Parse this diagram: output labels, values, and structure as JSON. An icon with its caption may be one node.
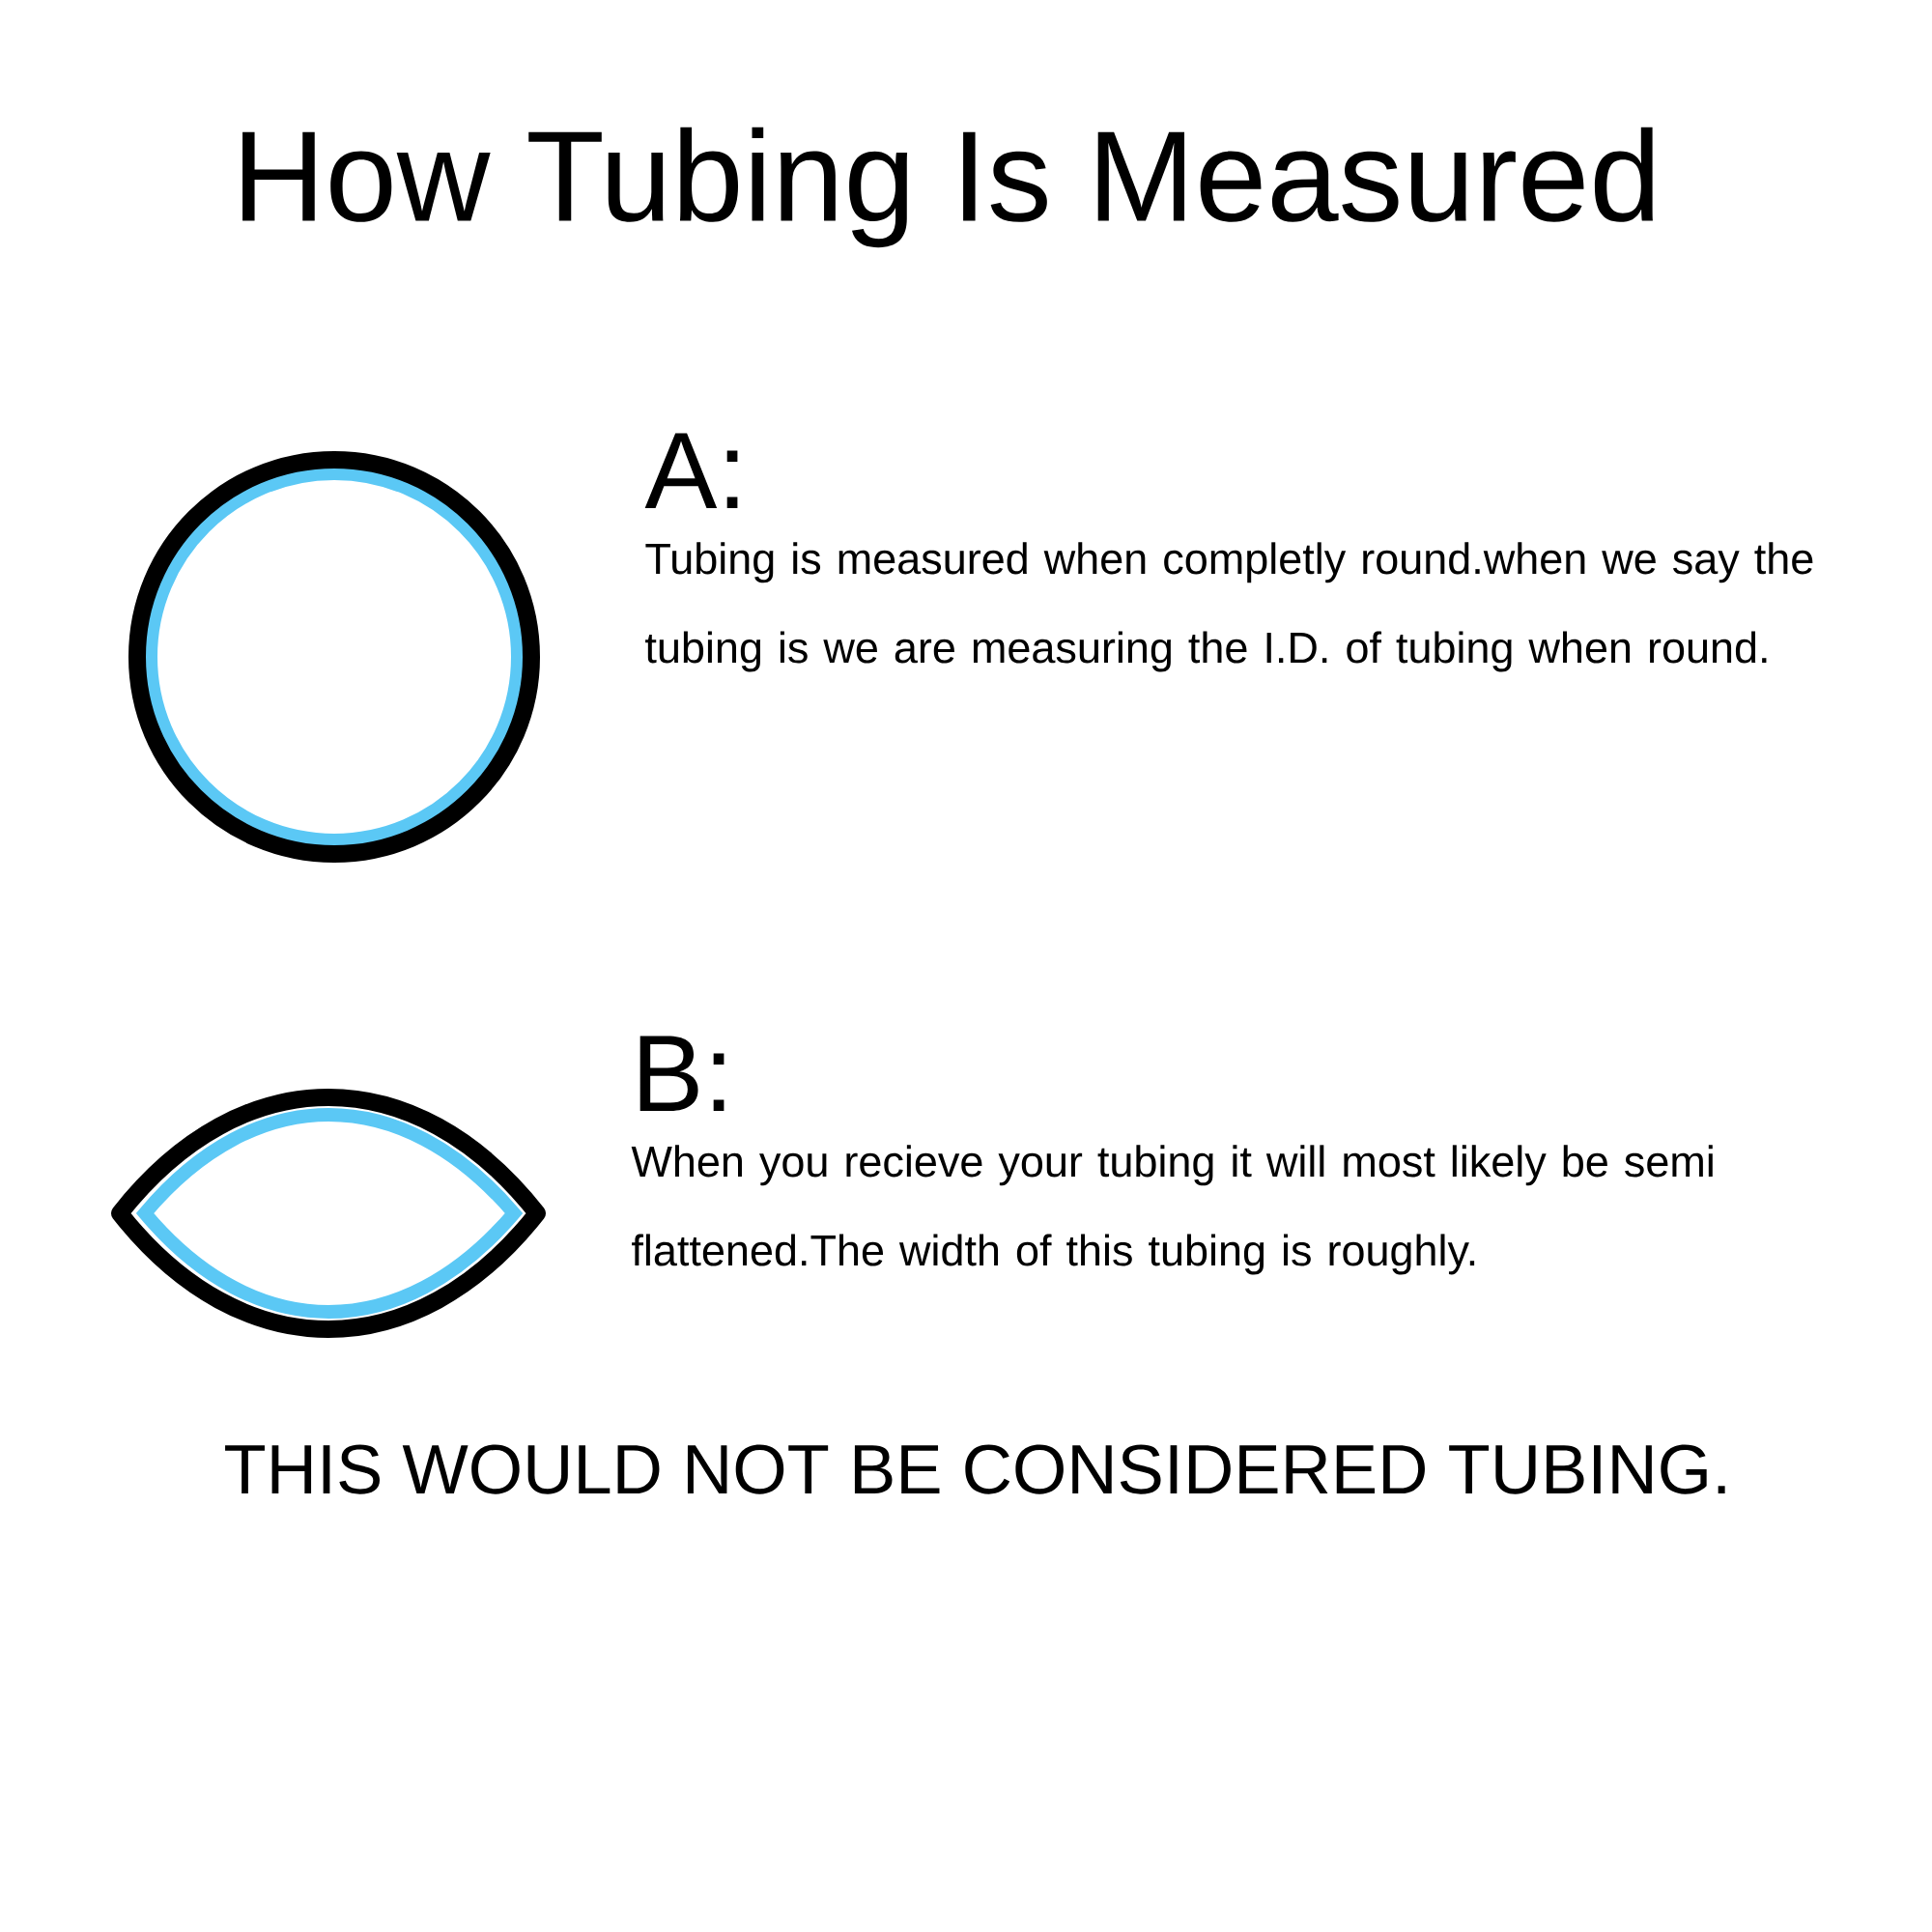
{
  "diagram": {
    "title": "How Tubing Is Measured",
    "labels": [
      "A:",
      "Tubing is measured when completly round.when we say the tubing is we are measuring the I.D. of tubing when round.",
      "B:",
      "When you recieve your tubing it will most likely be semi flattened.The width of this tubing is roughly.",
      "THIS WOULD NOT BE CONSIDERED TUBING."
    ]
  }
}
